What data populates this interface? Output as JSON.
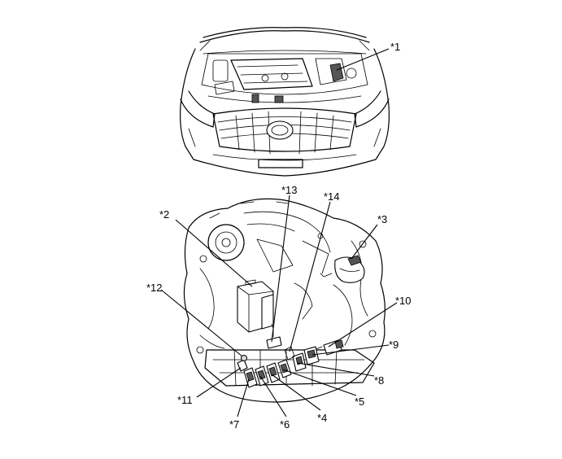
{
  "callouts": {
    "c1": "*1",
    "c2": "*2",
    "c3": "*3",
    "c4": "*4",
    "c5": "*5",
    "c6": "*6",
    "c7": "*7",
    "c8": "*8",
    "c9": "*9",
    "c10": "*10",
    "c11": "*11",
    "c12": "*12",
    "c13": "*13",
    "c14": "*14"
  }
}
